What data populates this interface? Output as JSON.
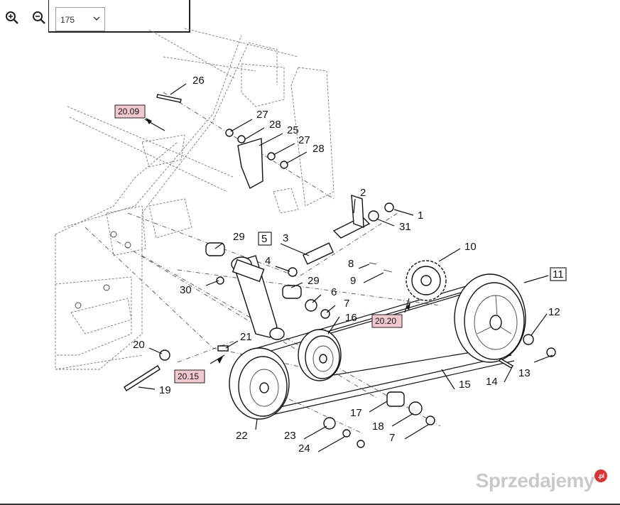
{
  "toolbar": {
    "zoom_in_icon": "zoom-in-icon",
    "zoom_out_icon": "zoom-out-icon",
    "zoom_value": "175",
    "chevron_icon": "chevron-down-icon"
  },
  "callouts": {
    "c1": "1",
    "c2": "2",
    "c3": "3",
    "c4": "4",
    "c5": "5",
    "c6": "6",
    "c7a": "7",
    "c7b": "7",
    "c8": "8",
    "c9": "9",
    "c10": "10",
    "c11": "11",
    "c12": "12",
    "c13": "13",
    "c14": "14",
    "c15": "15",
    "c16": "16",
    "c17": "17",
    "c18": "18",
    "c19": "19",
    "c20": "20",
    "c21": "21",
    "c22": "22",
    "c23": "23",
    "c24": "24",
    "c25": "25",
    "c26": "26",
    "c27a": "27",
    "c27b": "27",
    "c28a": "28",
    "c28b": "28",
    "c29a": "29",
    "c29b": "29",
    "c30": "30",
    "c31": "31"
  },
  "references": {
    "r2009": "20.09",
    "r2020": "20.20",
    "r2015": "20.15"
  },
  "watermark": {
    "text": "Sprzedajemy",
    "badge": ".pl"
  },
  "colors": {
    "ref_fill": "#f2c8cf",
    "line": "#111111",
    "watermark": "#c9c9c9"
  }
}
